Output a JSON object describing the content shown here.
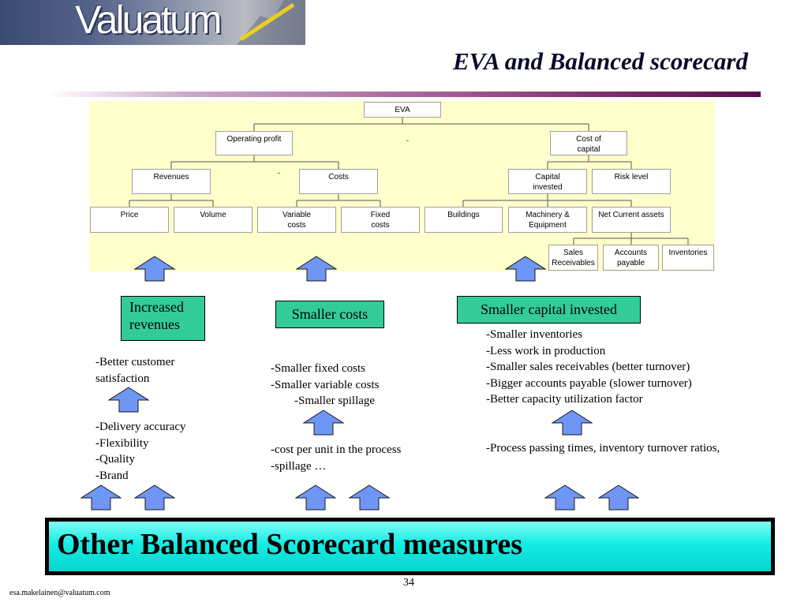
{
  "logo": {
    "text": "Valuatum"
  },
  "title": "EVA and Balanced scorecard",
  "tree": {
    "eva": "EVA",
    "operating_profit": "Operating profit",
    "cost_of_capital": "Cost of\ncapital",
    "revenues": "Revenues",
    "costs": "Costs",
    "capital_invested": "Capital\ninvested",
    "risk_level": "Risk level",
    "price": "Price",
    "volume": "Volume",
    "variable_costs": "Variable\ncosts",
    "fixed_costs": "Fixed\ncosts",
    "buildings": "Buildings",
    "machinery": "Machinery &\nEquipment",
    "net_current_assets": "Net Current assets",
    "sales_receivables": "Sales\nReceivables",
    "accounts_payable": "Accounts\npayable",
    "inventories": "Inventories",
    "minus_1": "-",
    "minus_2": "-"
  },
  "boxes": {
    "increased_revenues": "Increased\nrevenues",
    "smaller_costs": "Smaller costs",
    "smaller_capital": "Smaller capital invested"
  },
  "texts": {
    "revenue_drivers": "-Better customer\nsatisfaction",
    "revenue_measures": "-Delivery accuracy\n-Flexibility\n-Quality\n-Brand",
    "cost_drivers": "-Smaller fixed costs\n-Smaller variable costs\n        -Smaller spillage",
    "cost_measures": "-cost per unit in the process\n-spillage …",
    "capital_drivers": "-Smaller inventories\n-Less work in production\n-Smaller sales receivables (better turnover)\n-Bigger accounts payable (slower turnover)\n-Better capacity utilization factor",
    "capital_measures": "-Process passing times, inventory turnover ratios,"
  },
  "banner": "Other Balanced Scorecard measures",
  "page_number": "34",
  "footer": "esa.makelainen@valuatum.com",
  "colors": {
    "arrow_fill": "#6f96f4",
    "box_green": "#33cc99",
    "banner_cyan": "#14ece4",
    "tree_background": "#ffffcc"
  }
}
